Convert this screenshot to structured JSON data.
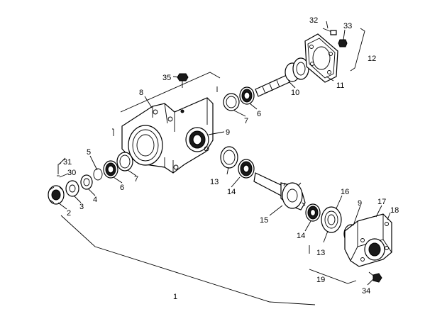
{
  "callouts": {
    "c1": "1",
    "c2": "2",
    "c3": "3",
    "c4": "4",
    "c5": "5",
    "c6a": "6",
    "c6b": "6",
    "c7a": "7",
    "c7b": "7",
    "c8": "8",
    "c9a": "9",
    "c9b": "9",
    "c10": "10",
    "c11": "11",
    "c12": "12",
    "c13a": "13",
    "c13b": "13",
    "c14a": "14",
    "c14b": "14",
    "c15": "15",
    "c16": "16",
    "c17": "17",
    "c18": "18",
    "c19": "19",
    "c30": "30",
    "c31": "31",
    "c32": "32",
    "c33": "33",
    "c34": "34",
    "c35": "35"
  }
}
